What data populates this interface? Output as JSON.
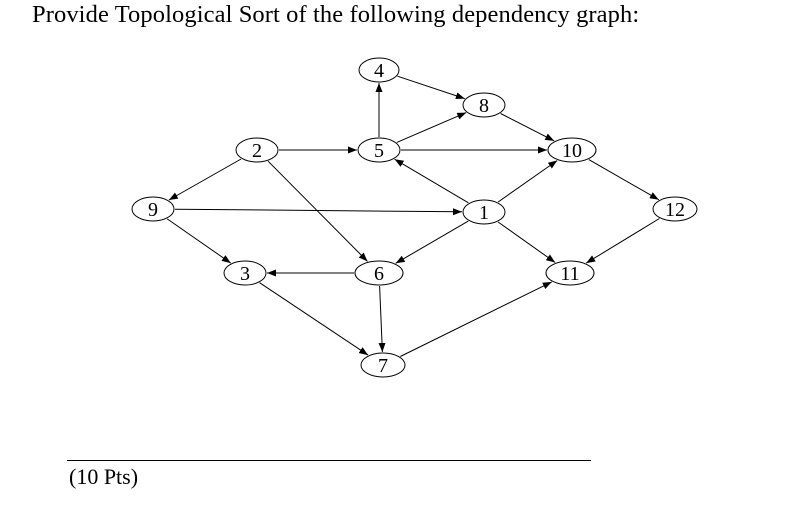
{
  "question": {
    "title": "Provide Topological Sort of the following dependency graph:",
    "points": "(10 Pts)"
  },
  "graph": {
    "nodes": [
      {
        "id": "n1",
        "label": "1"
      },
      {
        "id": "n2",
        "label": "2"
      },
      {
        "id": "n3",
        "label": "3"
      },
      {
        "id": "n4",
        "label": "4"
      },
      {
        "id": "n5",
        "label": "5"
      },
      {
        "id": "n6",
        "label": "6"
      },
      {
        "id": "n7",
        "label": "7"
      },
      {
        "id": "n8",
        "label": "8"
      },
      {
        "id": "n9",
        "label": "9"
      },
      {
        "id": "n10",
        "label": "10"
      },
      {
        "id": "n11",
        "label": "11"
      },
      {
        "id": "n12",
        "label": "12"
      }
    ],
    "edges": [
      {
        "from": "n5",
        "to": "n4"
      },
      {
        "from": "n4",
        "to": "n8"
      },
      {
        "from": "n5",
        "to": "n8"
      },
      {
        "from": "n8",
        "to": "n10"
      },
      {
        "from": "n2",
        "to": "n5"
      },
      {
        "from": "n5",
        "to": "n10"
      },
      {
        "from": "n10",
        "to": "n12"
      },
      {
        "from": "n2",
        "to": "n9"
      },
      {
        "from": "n2",
        "to": "n6"
      },
      {
        "from": "n1",
        "to": "n5"
      },
      {
        "from": "n1",
        "to": "n10"
      },
      {
        "from": "n9",
        "to": "n1"
      },
      {
        "from": "n12",
        "to": "n11"
      },
      {
        "from": "n1",
        "to": "n11"
      },
      {
        "from": "n9",
        "to": "n3"
      },
      {
        "from": "n1",
        "to": "n6"
      },
      {
        "from": "n6",
        "to": "n3"
      },
      {
        "from": "n6",
        "to": "n7"
      },
      {
        "from": "n3",
        "to": "n7"
      },
      {
        "from": "n7",
        "to": "n11"
      }
    ]
  }
}
